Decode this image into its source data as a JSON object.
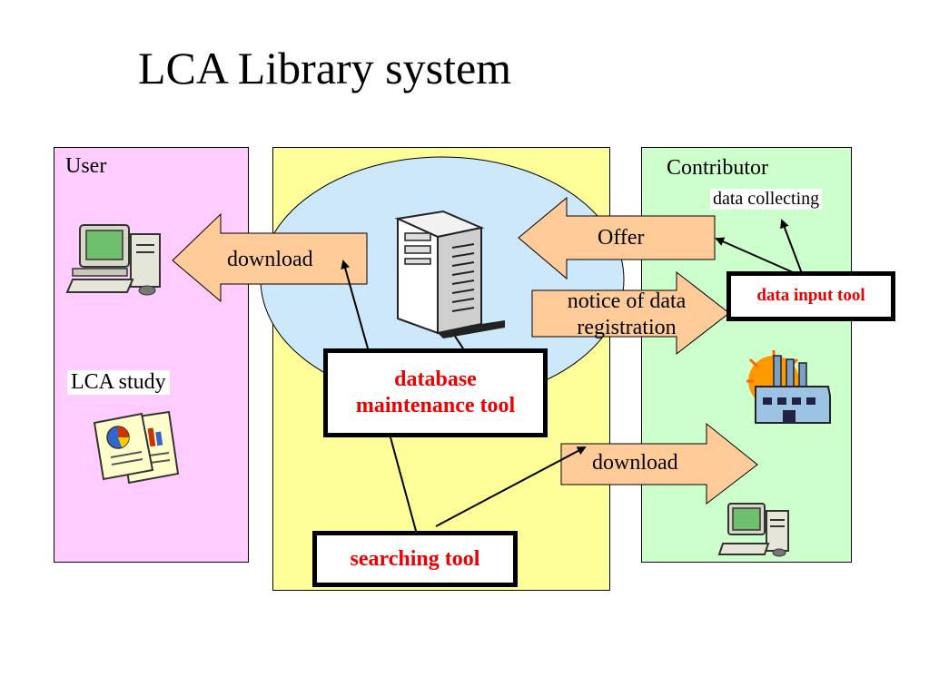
{
  "title": "LCA Library system",
  "panels": {
    "user": {
      "label": "User",
      "color": "#ffccff"
    },
    "center": {
      "color": "#ffff99"
    },
    "contributor": {
      "label": "Contributor",
      "color": "#ccffcc"
    }
  },
  "labels": {
    "data_collecting": "data collecting",
    "lca_study": "LCA study"
  },
  "arrows": {
    "download_user": "download",
    "offer": "Offer",
    "notice_line1": "notice of data",
    "notice_line2": "registration",
    "download_contrib": "download"
  },
  "tools": {
    "db_line1": "database",
    "db_line2": "maintenance tool",
    "searching": "searching tool",
    "data_input": "data input tool"
  },
  "icons": {
    "user_computer": "desktop-computer-icon",
    "report": "report-document-icon",
    "server": "server-tower-icon",
    "factory": "factory-icon",
    "contrib_computer": "desktop-computer-icon"
  },
  "colors": {
    "ellipse": "#cce8fa",
    "arrow_fill": "#ffcc99",
    "tool_text": "#ee0000"
  }
}
